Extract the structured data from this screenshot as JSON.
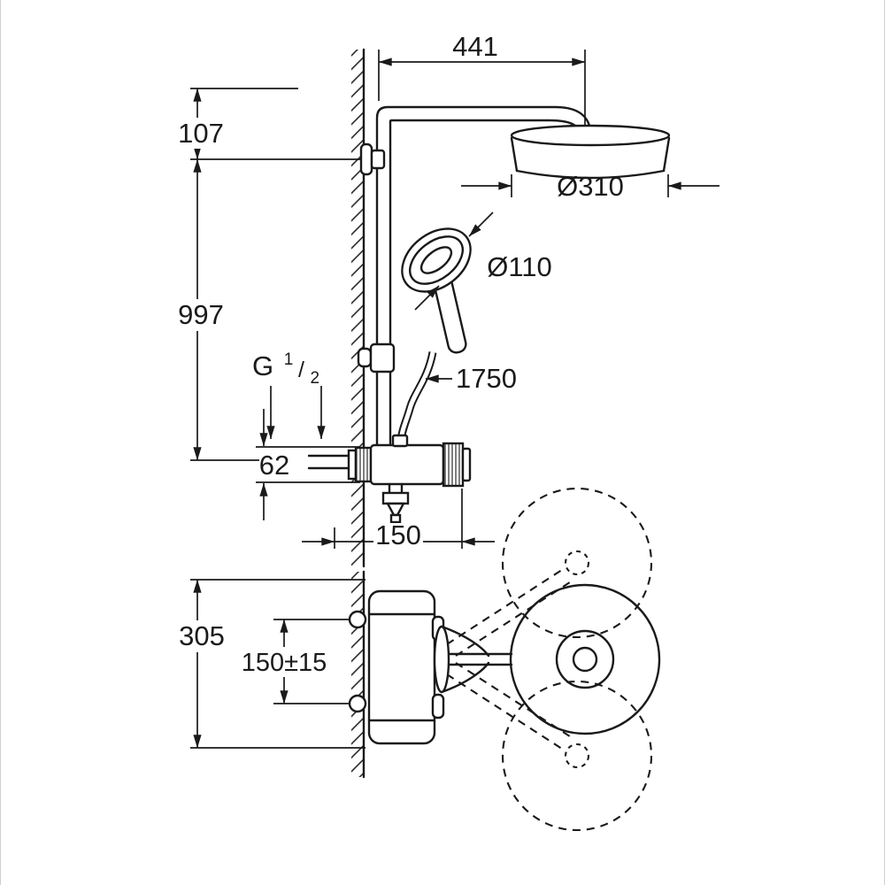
{
  "dimensions": {
    "top_width": "441",
    "top_offset": "107",
    "main_height": "997",
    "head_shower_diameter": "Ø310",
    "hand_shower_diameter": "Ø110",
    "hose_length": "1750",
    "thread_size": {
      "prefix": "G",
      "numerator": "1",
      "slash": "/",
      "denominator": "2"
    },
    "valve_height": "62",
    "valve_width": "150",
    "side_view_height": "305",
    "supply_spacing": "150±15"
  },
  "colors": {
    "line": "#1a1a1a",
    "background": "#ffffff"
  }
}
